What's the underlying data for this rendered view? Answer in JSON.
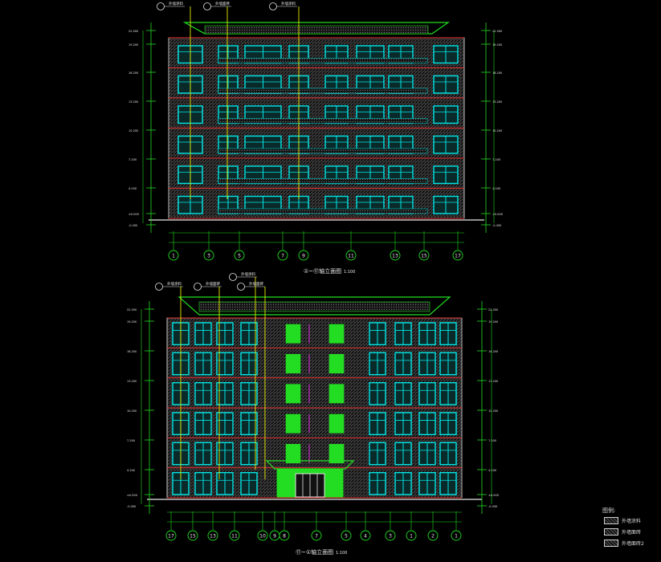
{
  "drawing": {
    "elevation_top": {
      "title": "①~⑰轴立面图",
      "scale": "1:100",
      "axes": [
        "1",
        "3",
        "5",
        "7",
        "9",
        "11",
        "13",
        "15",
        "17"
      ],
      "callouts": [
        "外墙涂料",
        "外墙面砖",
        "外墙涂料"
      ],
      "levels": [
        "22.500",
        "19.200",
        "16.200",
        "13.200",
        "10.200",
        "7.200",
        "4.200",
        "±0.000",
        "-0.450"
      ]
    },
    "elevation_bottom": {
      "title": "⑰~①轴立面图",
      "scale": "1:100",
      "axes": [
        "17",
        "15",
        "13",
        "11",
        "10",
        "9",
        "8",
        "7",
        "5",
        "4",
        "3",
        "1"
      ],
      "callouts": [
        "外墙涂料",
        "外墙面砖",
        "外墙涂料",
        "外墙面砖"
      ],
      "levels": [
        "22.500",
        "19.200",
        "16.200",
        "13.200",
        "10.200",
        "7.200",
        "4.200",
        "±0.000",
        "-0.450"
      ]
    },
    "legend": {
      "title": "图例:",
      "items": [
        "外墙涂料",
        "外墙面砖",
        "外墙面砖2"
      ]
    },
    "colors": {
      "cyan": "#00e5e5",
      "green": "#22dd22",
      "red": "#e03030",
      "yellow": "#e8e800",
      "white": "#e8e8e8",
      "magenta": "#cc33cc"
    }
  }
}
